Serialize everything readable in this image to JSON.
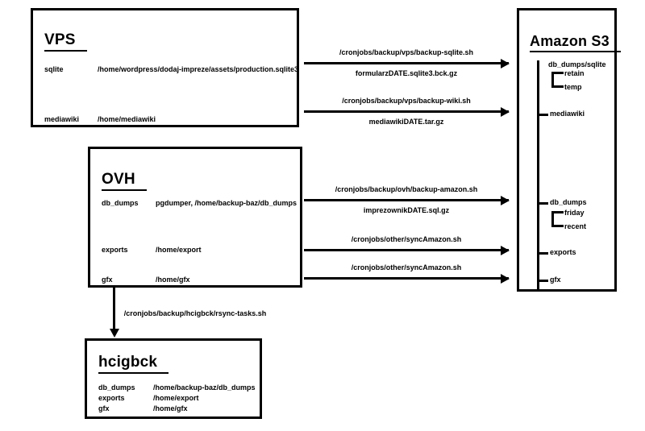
{
  "diagram": {
    "title": "Backup flow diagram",
    "background_color": "#ffffff",
    "line_color": "#000000"
  },
  "nodes": {
    "vps": {
      "title": "VPS",
      "rows": [
        {
          "key": "sqlite",
          "value": "/home/wordpress/dodaj-impreze/assets/production.sqlite3"
        },
        {
          "key": "mediawiki",
          "value": "/home/mediawiki"
        }
      ]
    },
    "ovh": {
      "title": "OVH",
      "rows": [
        {
          "key": "db_dumps",
          "value": "pgdumper,  /home/backup-baz/db_dumps"
        },
        {
          "key": "exports",
          "value": "/home/export"
        },
        {
          "key": "gfx",
          "value": "/home/gfx"
        }
      ]
    },
    "hcigbck": {
      "title": "hcigbck",
      "rows": [
        {
          "key": "db_dumps",
          "value": "/home/backup-baz/db_dumps"
        },
        {
          "key": "exports",
          "value": "/home/export"
        },
        {
          "key": "gfx",
          "value": "/home/gfx"
        }
      ]
    },
    "s3": {
      "title": "Amazon S3",
      "tree": [
        {
          "label": "db_dumps/sqlite",
          "has_tick": false,
          "children": [
            "retain",
            "temp"
          ]
        },
        {
          "label": "mediawiki",
          "has_tick": true,
          "children": []
        },
        {
          "label": "db_dumps",
          "has_tick": true,
          "children": [
            "friday",
            "recent"
          ]
        },
        {
          "label": "exports",
          "has_tick": true,
          "children": []
        },
        {
          "label": "gfx",
          "has_tick": true,
          "children": []
        }
      ]
    }
  },
  "edges": [
    {
      "from": "vps.sqlite",
      "to": "s3.db_dumps_sqlite",
      "label_above": "/cronjobs/backup/vps/backup-sqlite.sh",
      "label_below": "formularzDATE.sqlite3.bck.gz"
    },
    {
      "from": "vps.mediawiki",
      "to": "s3.mediawiki",
      "label_above": "/cronjobs/backup/vps/backup-wiki.sh",
      "label_below": "mediawikiDATE.tar.gz"
    },
    {
      "from": "ovh.db_dumps",
      "to": "s3.db_dumps",
      "label_above": "/cronjobs/backup/ovh/backup-amazon.sh",
      "label_below": "imprezownikDATE.sql.gz"
    },
    {
      "from": "ovh.exports",
      "to": "s3.exports",
      "label_above": "/cronjobs/other/syncAmazon.sh",
      "label_below": ""
    },
    {
      "from": "ovh.gfx",
      "to": "s3.gfx",
      "label_above": "/cronjobs/other/syncAmazon.sh",
      "label_below": ""
    },
    {
      "from": "ovh",
      "to": "hcigbck",
      "label_above": "/cronjobs/backup/hcigbck/rsync-tasks.sh",
      "label_below": ""
    }
  ]
}
